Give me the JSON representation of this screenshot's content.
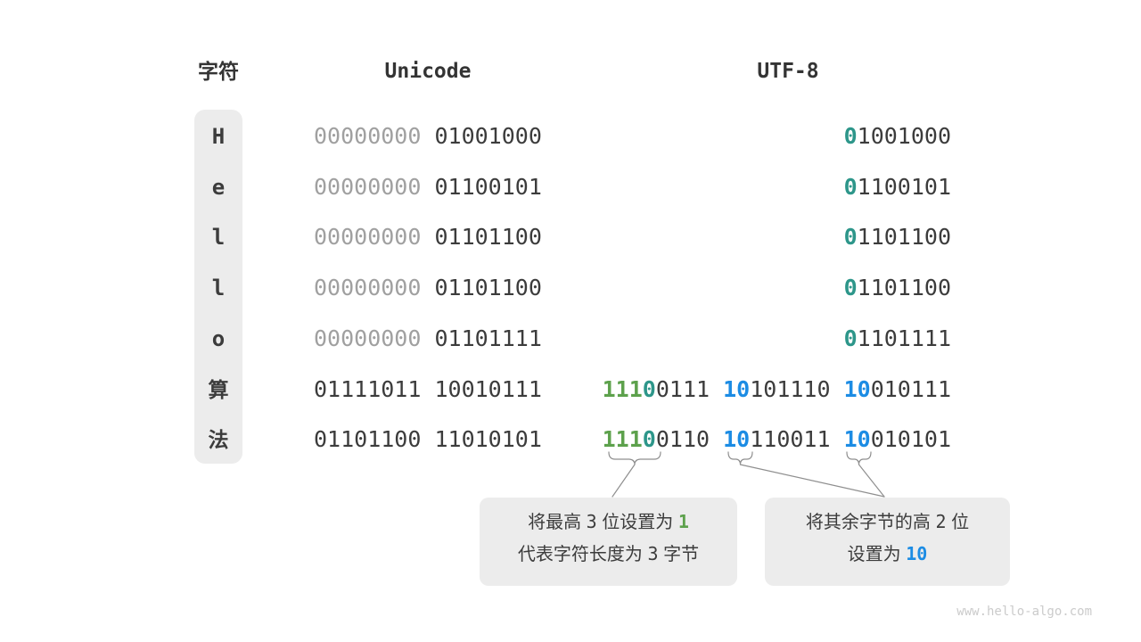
{
  "headers": {
    "char": "字符",
    "unicode": "Unicode",
    "utf8": "UTF-8"
  },
  "colors": {
    "dark": "#3c3c3c",
    "gray": "#a0a0a0",
    "green": "#5da14c",
    "teal": "#2d968a",
    "blue": "#1c8ce4",
    "box_bg": "#ececec",
    "connector": "#8f8f8f"
  },
  "rows": [
    {
      "char": "H",
      "latin": true,
      "unicode": [
        {
          "t": "00000000",
          "c": "gray"
        },
        {
          "t": " 01001000"
        }
      ],
      "utf8": [
        {
          "t": "0",
          "c": "teal",
          "b": 1
        },
        {
          "t": "1001000"
        }
      ]
    },
    {
      "char": "e",
      "latin": true,
      "unicode": [
        {
          "t": "00000000",
          "c": "gray"
        },
        {
          "t": " 01100101"
        }
      ],
      "utf8": [
        {
          "t": "0",
          "c": "teal",
          "b": 1
        },
        {
          "t": "1100101"
        }
      ]
    },
    {
      "char": "l",
      "latin": true,
      "unicode": [
        {
          "t": "00000000",
          "c": "gray"
        },
        {
          "t": " 01101100"
        }
      ],
      "utf8": [
        {
          "t": "0",
          "c": "teal",
          "b": 1
        },
        {
          "t": "1101100"
        }
      ]
    },
    {
      "char": "l",
      "latin": true,
      "unicode": [
        {
          "t": "00000000",
          "c": "gray"
        },
        {
          "t": " 01101100"
        }
      ],
      "utf8": [
        {
          "t": "0",
          "c": "teal",
          "b": 1
        },
        {
          "t": "1101100"
        }
      ]
    },
    {
      "char": "o",
      "latin": true,
      "unicode": [
        {
          "t": "00000000",
          "c": "gray"
        },
        {
          "t": " 01101111"
        }
      ],
      "utf8": [
        {
          "t": "0",
          "c": "teal",
          "b": 1
        },
        {
          "t": "1101111"
        }
      ]
    },
    {
      "char": "算",
      "latin": false,
      "unicode": [
        {
          "t": "01111011 10010111"
        }
      ],
      "utf8": [
        {
          "t": "111",
          "c": "green",
          "b": 1
        },
        {
          "t": "0",
          "c": "teal",
          "b": 1
        },
        {
          "t": "0111 "
        },
        {
          "t": "10",
          "c": "blue",
          "b": 1
        },
        {
          "t": "101110 "
        },
        {
          "t": "10",
          "c": "blue",
          "b": 1
        },
        {
          "t": "010111"
        }
      ]
    },
    {
      "char": "法",
      "latin": false,
      "unicode": [
        {
          "t": "01101100 11010101"
        }
      ],
      "utf8": [
        {
          "t": "111",
          "c": "green",
          "b": 1
        },
        {
          "t": "0",
          "c": "teal",
          "b": 1
        },
        {
          "t": "0110 "
        },
        {
          "t": "10",
          "c": "blue",
          "b": 1
        },
        {
          "t": "110011 "
        },
        {
          "t": "10",
          "c": "blue",
          "b": 1
        },
        {
          "t": "010101"
        }
      ]
    }
  ],
  "callouts": {
    "left": {
      "line1": [
        {
          "t": "将最高 "
        },
        {
          "t": "3",
          "m": 1
        },
        {
          "t": " 位设置为 "
        },
        {
          "t": "1",
          "c": "green",
          "m": 1,
          "b": 1
        }
      ],
      "line2": [
        {
          "t": "代表字符长度为 "
        },
        {
          "t": "3",
          "m": 1
        },
        {
          "t": " 字节"
        }
      ]
    },
    "right": {
      "line1": [
        {
          "t": "将其余字节的高 "
        },
        {
          "t": "2",
          "m": 1
        },
        {
          "t": " 位"
        }
      ],
      "line2": [
        {
          "t": "设置为 "
        },
        {
          "t": "10",
          "c": "blue",
          "m": 1,
          "b": 1
        }
      ]
    }
  },
  "watermark": "www.hello-algo.com"
}
